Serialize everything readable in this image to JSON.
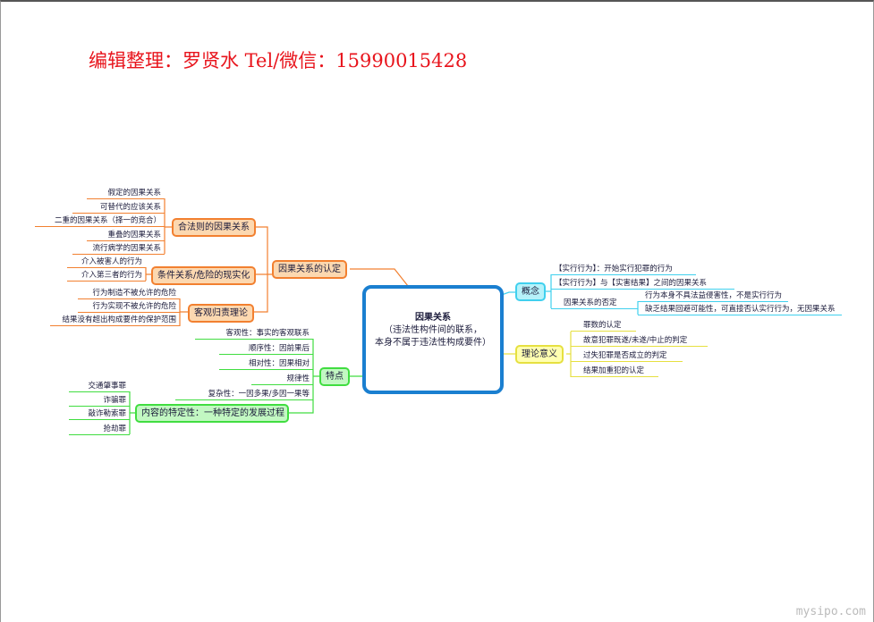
{
  "header": {
    "title": "编辑整理：罗贤水 Tel/微信：15990015428"
  },
  "center": {
    "title": "因果关系",
    "line1": "（违法性构件间的联系，",
    "line2": "本身不属于违法性构成要件）"
  },
  "left": {
    "label": "因果关系的认定",
    "groups": [
      {
        "label": "合法则的因果关系",
        "items": [
          "假定的因果关系",
          "可替代的应该关系",
          "二重的因果关系（择一的竞合）",
          "重叠的因果关系",
          "流行病学的因果关系"
        ]
      },
      {
        "label": "条件关系/危险的现实化",
        "items": [
          "介入被害人的行为",
          "介入第三者的行为"
        ]
      },
      {
        "label": "客观归责理论",
        "items": [
          "行为制造不被允许的危险",
          "行为实现不被允许的危险",
          "结果没有超出构成要件的保护范围"
        ]
      }
    ]
  },
  "concept": {
    "label": "概念",
    "items": [
      "【实行行为】：开始实行犯罪的行为",
      "【实行行为】与【实害结果】之间的因果关系",
      "因果关系的否定"
    ],
    "negation_items": [
      "行为本身不具法益侵害性，不是实行行为",
      "缺乏结果回避可能性，可直接否认实行行为，无因果关系"
    ]
  },
  "significance": {
    "label": "理论意义",
    "items": [
      "罪数的认定",
      "故意犯罪既遂/未遂/中止的判定",
      "过失犯罪是否成立的判定",
      "结果加重犯的认定"
    ]
  },
  "features": {
    "label": "特点",
    "items": [
      "客观性：事实的客观联系",
      "顺序性：因前果后",
      "相对性：因果相对",
      "规律性",
      "复杂性：一因多果/多因一果等"
    ],
    "specific": {
      "label": "内容的特定性：一种特定的发展过程",
      "items": [
        "交通肇事罪",
        "诈骗罪",
        "敲诈勒索罪",
        "抢劫罪"
      ]
    }
  },
  "watermark": "mysipo.com"
}
